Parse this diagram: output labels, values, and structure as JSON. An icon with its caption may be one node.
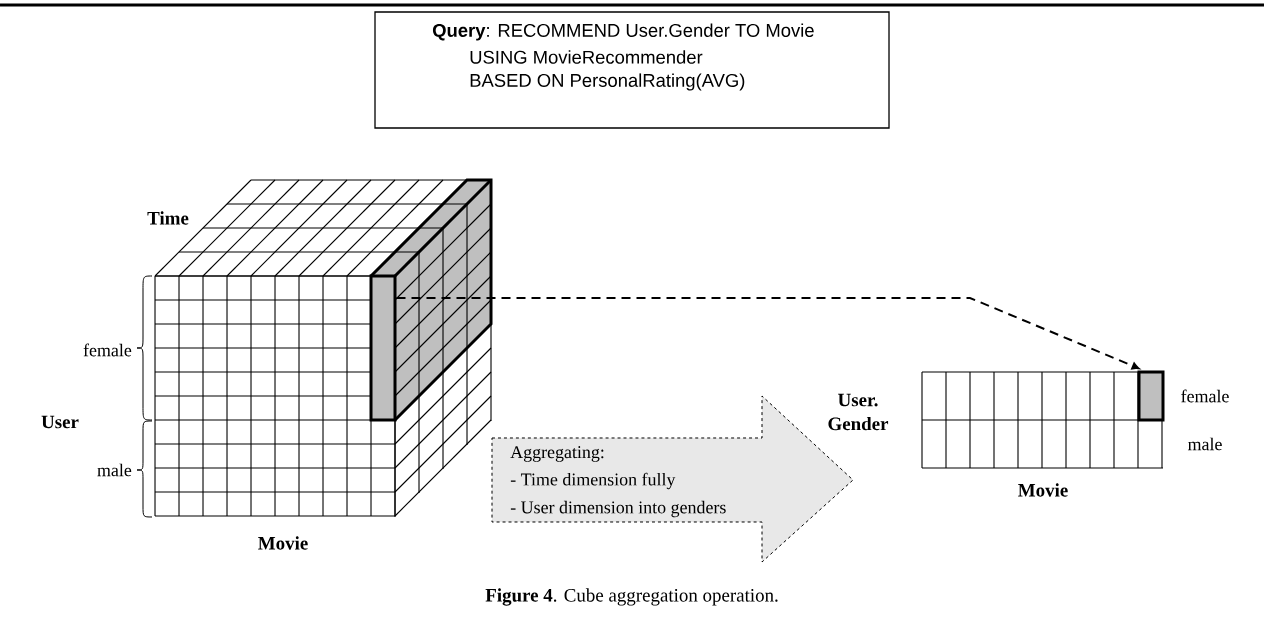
{
  "diagram": {
    "caption": "**Figure 4**.  Cube aggregation operation.",
    "nodes": [
      {
        "text": [
          "**Query**: RECOMMEND User.Gender TO Movie",
          "USING MovieRecommender",
          "BASED ON PersonalRating(AVG)"
        ]
      },
      {
        "text": [],
        "shape": "box"
      },
      {
        "text": [],
        "shape": "box"
      },
      {
        "text": [
          "Aggregating:",
          "- Time dimension fully",
          "- User dimension into genders"
        ]
      }
    ],
    "edges": [
      {
        "from": 1,
        "to": 2,
        "arrow": "to",
        "style": "dashed"
      }
    ],
    "labels": [
      "Time",
      "female",
      "User",
      "male",
      "Movie",
      "User. Gender",
      "female",
      "male",
      "Movie"
    ]
  }
}
